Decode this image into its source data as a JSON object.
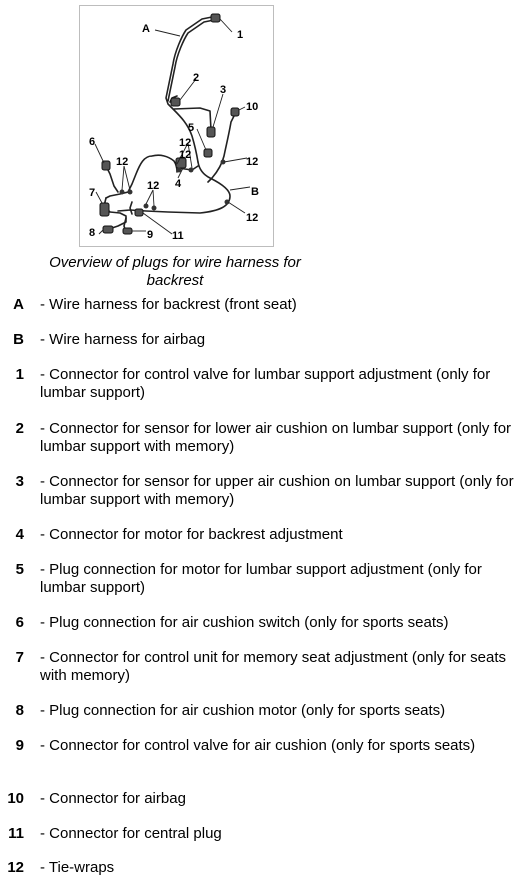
{
  "figure": {
    "callouts": [
      "A",
      "1",
      "2",
      "3",
      "10",
      "5",
      "12",
      "12",
      "4",
      "6",
      "12",
      "12",
      "B",
      "7",
      "12",
      "8",
      "9",
      "11",
      "12"
    ]
  },
  "caption": "Overview of plugs for wire harness for backrest",
  "legend": [
    {
      "key": "A",
      "text": "- Wire harness for backrest (front seat)"
    },
    {
      "key": "B",
      "text": "- Wire harness for airbag"
    },
    {
      "key": "1",
      "text": "- Connector for control valve for lumbar support adjustment (only for lumbar support)"
    },
    {
      "key": "2",
      "text": "- Connector for sensor for lower air cushion on lumbar support (only for lumbar support with memory)"
    },
    {
      "key": "3",
      "text": "- Connector for sensor for upper air cushion on lumbar support (only for lumbar support with memory)"
    },
    {
      "key": "4",
      "text": "- Connector for motor for backrest adjustment"
    },
    {
      "key": "5",
      "text": "- Plug connection for motor for lumbar support adjustment (only for lumbar support)"
    },
    {
      "key": "6",
      "text": "- Plug connection for air cushion switch (only for sports seats)"
    },
    {
      "key": "7",
      "text": "- Connector for control unit for memory seat adjustment (only for seats with memory)"
    },
    {
      "key": "8",
      "text": "- Plug connection for air cushion motor (only for sports seats)"
    },
    {
      "key": "9",
      "text": "- Connector for control valve for air cushion (only for sports seats)"
    },
    {
      "key": "10",
      "text": "- Connector for airbag"
    },
    {
      "key": "11",
      "text": "- Connector for central plug"
    },
    {
      "key": "12",
      "text": "- Tie-wraps"
    }
  ]
}
